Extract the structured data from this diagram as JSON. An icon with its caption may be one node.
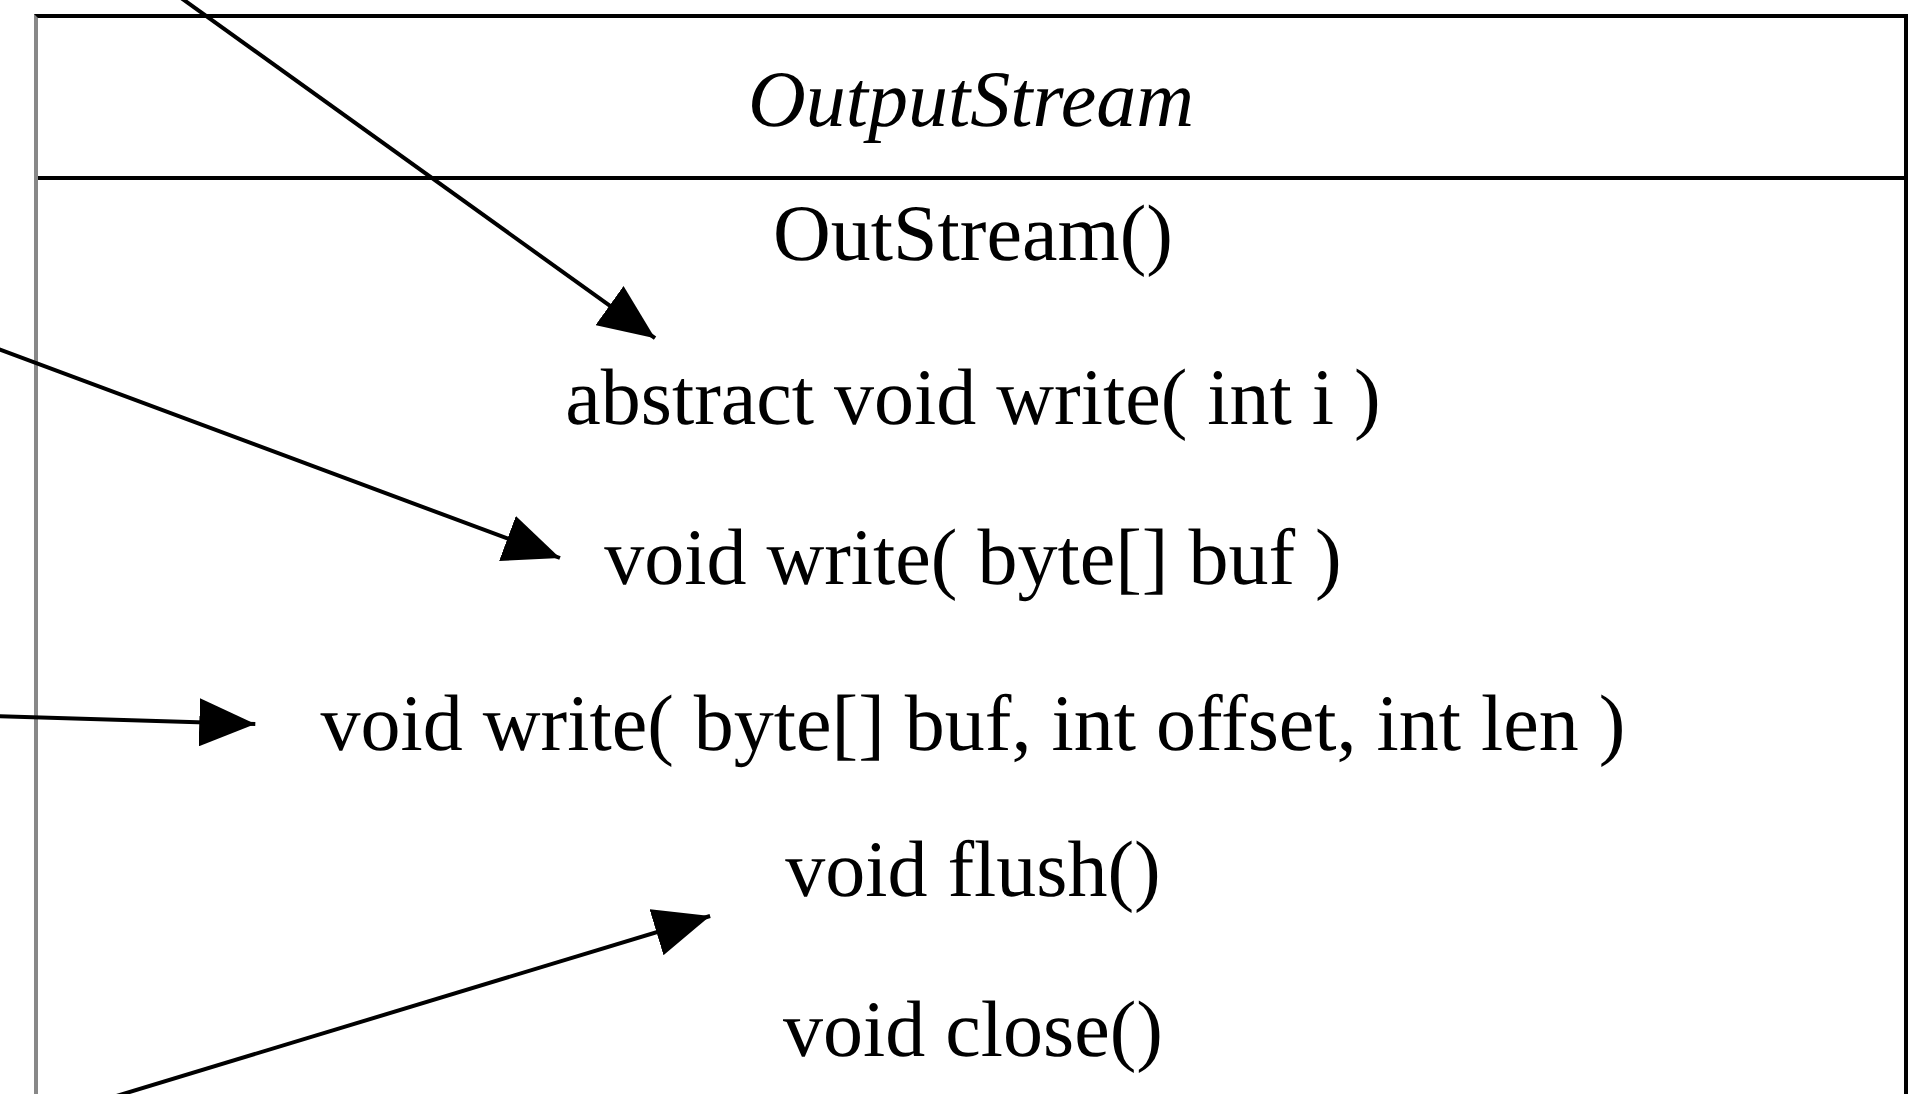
{
  "diagram": {
    "nodes": [
      {
        "text": [
          "OutputStream"
        ]
      },
      {
        "text": [
          "OutStream()"
        ],
        "in": 0
      },
      {
        "text": [
          "abstract void write( int i )"
        ],
        "in": 0
      },
      {
        "text": [
          "void write( byte[] buf )"
        ],
        "in": 0
      },
      {
        "text": [
          "void write( byte[] buf, int offset, int len )"
        ],
        "in": 0
      },
      {
        "text": [
          "void flush()"
        ],
        "in": 0
      },
      {
        "text": [
          "void close()"
        ],
        "in": 0
      }
    ],
    "edges": [
      {
        "from": null,
        "to": 2,
        "arrow": "to"
      },
      {
        "from": null,
        "to": 3,
        "arrow": "to"
      },
      {
        "from": null,
        "to": 4,
        "arrow": "to"
      },
      {
        "from": null,
        "to": 5,
        "arrow": "to"
      }
    ]
  }
}
